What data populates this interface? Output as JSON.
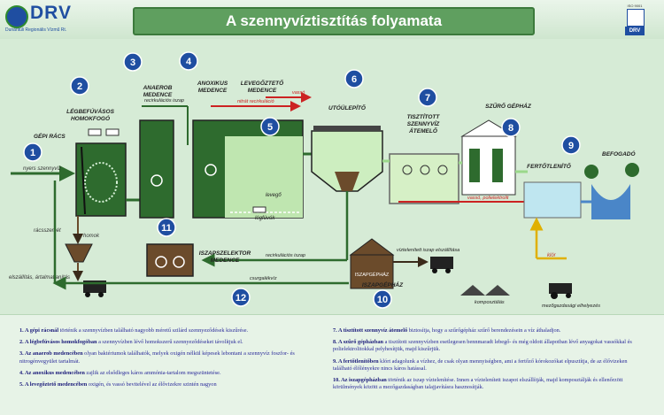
{
  "header": {
    "logo_text": "DRV",
    "logo_subtitle": "Dunántúli Regionális Vízmű Rt.",
    "title": "A szennyvíztisztítás folyamata",
    "iso_text": "ISO 9001",
    "iso_drv": "DRV"
  },
  "stages": [
    {
      "num": "1",
      "label": "GÉPI RÁCS"
    },
    {
      "num": "2",
      "label": "LÉGBEFÚVÁSOS HOMOKFOGÓ"
    },
    {
      "num": "3",
      "label": "ANAEROB MEDENCE"
    },
    {
      "num": "4",
      "label": "ANOXIKUS MEDENCE"
    },
    {
      "num": "5",
      "label": "LEVEGŐZTETŐ MEDENCE"
    },
    {
      "num": "6",
      "label": "UTÓÜLEPÍTŐ"
    },
    {
      "num": "7",
      "label": "TISZTÍTOTT SZENNYVÍZ ÁTEMELŐ"
    },
    {
      "num": "8",
      "label": "SZŰRŐ GÉPHÁZ"
    },
    {
      "num": "9",
      "label": "FERTŐTLENÍTŐ"
    },
    {
      "num": "10",
      "label": "ISZAPGÉPHÁZ"
    },
    {
      "num": "11",
      "label": "ISZAPSZELEKTOR MEDENCE"
    },
    {
      "num": "12",
      "label": ""
    }
  ],
  "flow_labels": {
    "nyers_szennyviz": "nyers szennyvíz",
    "recirkulacios_iszap_top": "recirkulációs iszap",
    "nitrat_recirkulacio": "nitrát recirkuláció",
    "vasso": "vassó",
    "levego": "levegő",
    "legfuvok": "légfúvók",
    "racsszemet": "rácsszemét",
    "homok": "homok",
    "elszallitas": "elszállítás, ártalmatlanítás",
    "recirkulacios_iszap_bottom": "recirkulációs iszap",
    "csurgalekviz": "csurgalékvíz",
    "iszapgephaz": "ISZAPGÉPHÁZ",
    "viztelenitett_iszap": "víztelenített iszap elszállítása",
    "komposztalas": "komposztálás",
    "mezogazdasagi": "mezőgazdasági elhelyezés",
    "vasso_polielektrolit": "vassó, polielektrolit",
    "klor": "klór",
    "befogado": "BEFOGADÓ"
  },
  "descriptions": {
    "left": [
      {
        "num": "1.",
        "term": "A gépi rácsnál",
        "text": "történik a szennyvízben található nagyobb méretű szilárd szennyeződések kiszűrése."
      },
      {
        "num": "2.",
        "term": "A légbefúvásos homokfogóban",
        "text": "a szennyvízben lévő homokszerű szennyeződéseket távolítjuk el."
      },
      {
        "num": "3.",
        "term": "Az anaerob medencében",
        "text": "olyan baktériumok találhatók, melyek oxigén nélkül képesek lebontani a szennyvíz foszfor- és nitrogénvegyület tartalmát."
      },
      {
        "num": "4.",
        "term": "Az anoxikus medencében",
        "text": "zajlik az elsődleges káros ammónia-tartalom megszüntetése."
      },
      {
        "num": "5.",
        "term": "A levegőztető medencében",
        "text": "oxigén, és vassó bevitelével az élővizekre szintén nagyon"
      }
    ],
    "right": [
      {
        "num": "7.",
        "term": "A tisztított szennyvíz átemelő",
        "text": "biztosítja, hogy a szűrőgépház szűrő berendezésein a víz áthaladjon."
      },
      {
        "num": "8.",
        "term": "A szűrő gépházban",
        "text": "a tisztított szennyvízben esetlegesen bennmaradt lebegő- és még oldott állapotban lévő anyagokat vassókkal és polielektrolitokkal pelyhesítjük, majd kiszűrjük."
      },
      {
        "num": "9.",
        "term": "A fertőtlenítőben",
        "text": "klórt adagolunk a vízhez, de csak olyan mennyiségben, ami a fertőző kórokozókat elpusztítja, de az élővizeken található élőlényekre nincs káros hatással."
      },
      {
        "num": "10.",
        "term": "Az iszapgépházban",
        "text": "történik az iszap víztelenítése. Innen a víztelenített iszapot elszállítják, majd komposztálják és ellenőrzött körülmények között a mezőgazdaságban talajjavításra hasznosítják."
      }
    ]
  },
  "colors": {
    "background": "#d6ebd6",
    "tank_dark": "#2e6b2e",
    "water_light": "#b8e0a8",
    "pipe_green": "#2e6b2e",
    "pipe_red": "#cc2222",
    "badge_blue": "#1f4ea1",
    "text_blue": "#2a2a9a"
  }
}
